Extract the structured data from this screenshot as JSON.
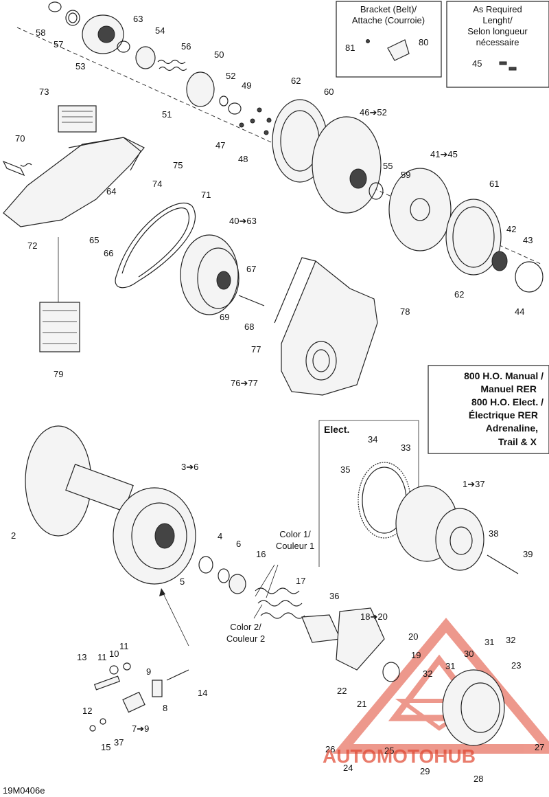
{
  "diagram_code": "19M0406e",
  "boxes": {
    "bracket": {
      "line1": "Bracket (Belt)/",
      "line2": "Attache (Courroie)"
    },
    "as_required": {
      "line1": "As Required",
      "line2": "Lenght/",
      "line3": "Selon longueur",
      "line4": "nécessaire"
    },
    "models": {
      "line1": "800 H.O. Manual /",
      "line2": "Manuel RER",
      "line3": "800 H.O. Elect. /",
      "line4": "Électrique RER",
      "line5": "Adrenaline,",
      "line6": "Trail & X"
    },
    "elect": "Elect."
  },
  "notes": {
    "color1_a": "Color 1/",
    "color1_b": "Couleur 1",
    "color2_a": "Color 2/",
    "color2_b": "Couleur 2"
  },
  "callouts": {
    "c58": "58",
    "c57": "57",
    "c53": "53",
    "c63": "63",
    "c54": "54",
    "c56": "56",
    "c50": "50",
    "c52": "52",
    "c49": "49",
    "c51": "51",
    "c47": "47",
    "c48": "48",
    "c62a": "62",
    "c60": "60",
    "c46_52": "46➔52",
    "c41_45": "41➔45",
    "c55": "55",
    "c59": "59",
    "c61": "61",
    "c42": "42",
    "c43": "43",
    "c44": "44",
    "c62b": "62",
    "c73": "73",
    "c70": "70",
    "c75": "75",
    "c74": "74",
    "c72": "72",
    "c64": "64",
    "c65": "65",
    "c66": "66",
    "c71": "71",
    "c40_63": "40➔63",
    "c67": "67",
    "c69": "69",
    "c68": "68",
    "c78": "78",
    "c77": "77",
    "c76_77": "76➔77",
    "c79": "79",
    "c81": "81",
    "c80": "80",
    "c45": "45",
    "c2": "2",
    "c3_6": "3➔6",
    "c4": "4",
    "c6": "6",
    "c16": "16",
    "c5": "5",
    "c17": "17",
    "c36": "36",
    "c18_20": "18➔20",
    "c34": "34",
    "c33": "33",
    "c35": "35",
    "c1_37": "1➔37",
    "c38": "38",
    "c39": "39",
    "c20": "20",
    "c19": "19",
    "c30": "30",
    "c31a": "31",
    "c32a": "32",
    "c23": "23",
    "c32b": "32",
    "c31b": "31",
    "c22": "22",
    "c21": "21",
    "c26": "26",
    "c25": "25",
    "c24": "24",
    "c27": "27",
    "c29": "29",
    "c28": "28",
    "c13": "13",
    "c11a": "11",
    "c10": "10",
    "c11b": "11",
    "c9": "9",
    "c12": "12",
    "c8": "8",
    "c14": "14",
    "c7_9": "7➔9",
    "c15": "15",
    "c37": "37"
  },
  "watermark": {
    "text": "AUTOMOTOHUB",
    "color": "#e0452f"
  }
}
